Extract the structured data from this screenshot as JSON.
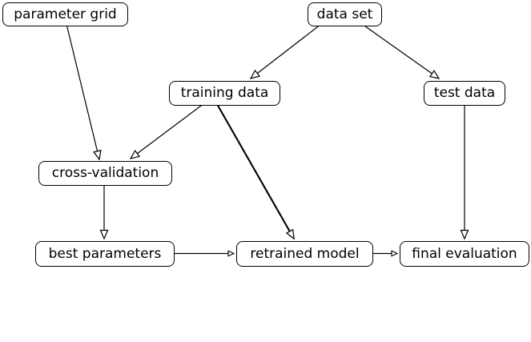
{
  "diagram": {
    "background_color": "#ffffff",
    "node_fill_color": "#ffffff",
    "node_border_color": "#000000",
    "edge_color": "#000000",
    "arrowhead_style": "hollow-triangle",
    "nodes": [
      {
        "id": "parameter-grid",
        "label": "parameter grid"
      },
      {
        "id": "data-set",
        "label": "data set"
      },
      {
        "id": "training-data",
        "label": "training data"
      },
      {
        "id": "test-data",
        "label": "test data"
      },
      {
        "id": "cross-validation",
        "label": "cross-validation"
      },
      {
        "id": "best-parameters",
        "label": "best parameters"
      },
      {
        "id": "retrained-model",
        "label": "retrained model"
      },
      {
        "id": "final-evaluation",
        "label": "final evaluation"
      }
    ],
    "edges": [
      {
        "from": "parameter grid",
        "to": "cross-validation",
        "weight": "normal"
      },
      {
        "from": "data set",
        "to": "training data",
        "weight": "normal"
      },
      {
        "from": "data set",
        "to": "test data",
        "weight": "normal"
      },
      {
        "from": "training data",
        "to": "cross-validation",
        "weight": "normal"
      },
      {
        "from": "training data",
        "to": "retrained model",
        "weight": "bold"
      },
      {
        "from": "cross-validation",
        "to": "best parameters",
        "weight": "normal"
      },
      {
        "from": "test data",
        "to": "final evaluation",
        "weight": "normal"
      },
      {
        "from": "best parameters",
        "to": "retrained model",
        "weight": "normal"
      },
      {
        "from": "retrained model",
        "to": "final evaluation",
        "weight": "normal"
      }
    ]
  }
}
